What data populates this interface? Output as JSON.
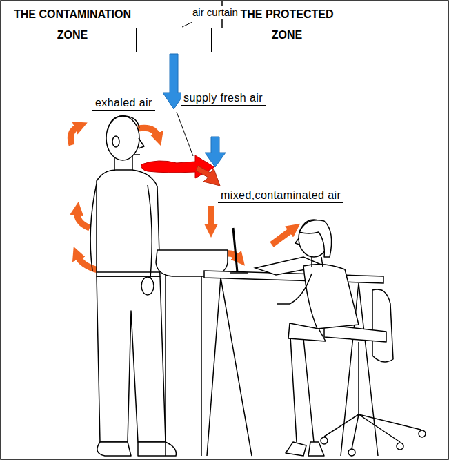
{
  "diagram": {
    "nodes": [
      {
        "text": [
          "THE CONTAMINATION ZONE"
        ]
      },
      {
        "text": [
          "THE PROTECTED ZONE"
        ]
      },
      {
        "text": [
          "air curtain"
        ]
      }
    ],
    "labels": [
      "exhaled air",
      "supply fresh air",
      "mixed,contaminated air"
    ]
  }
}
